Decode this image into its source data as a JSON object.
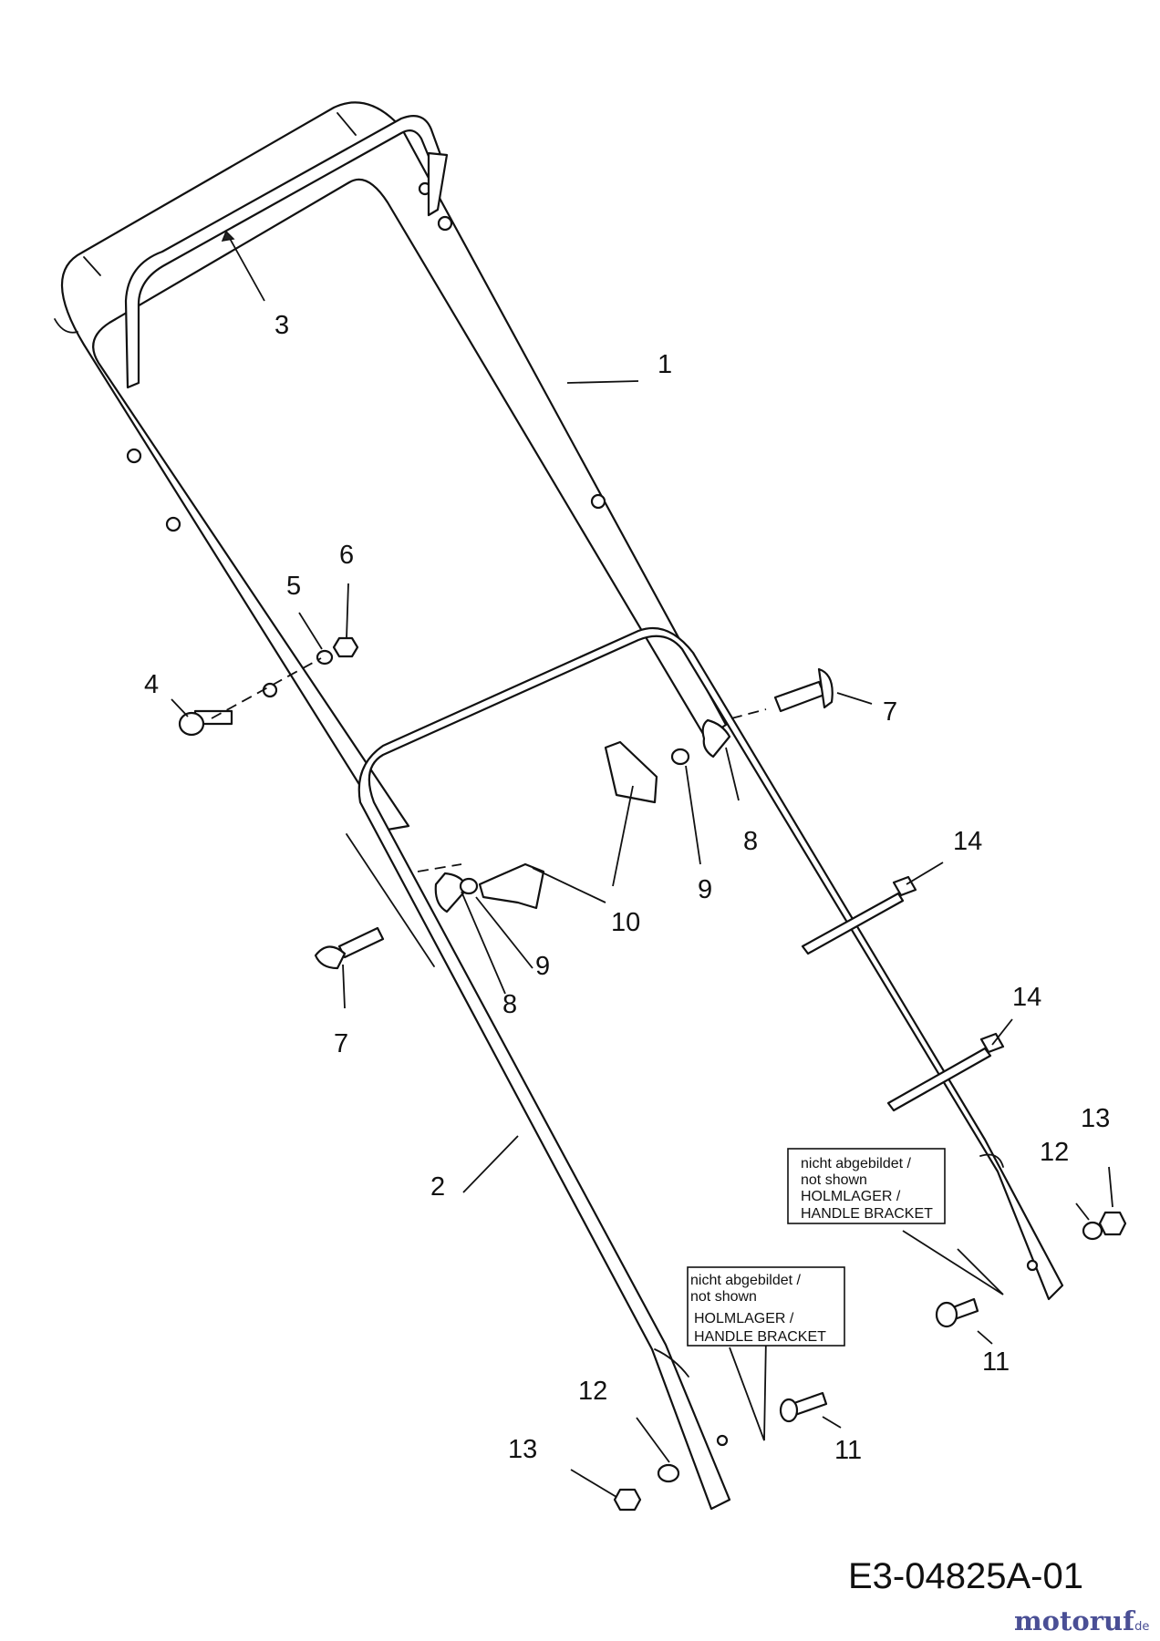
{
  "callouts": {
    "c1": "1",
    "c2": "2",
    "c3": "3",
    "c4": "4",
    "c5": "5",
    "c6": "6",
    "c7a": "7",
    "c7b": "7",
    "c8a": "8",
    "c8b": "8",
    "c9a": "9",
    "c9b": "9",
    "c10": "10",
    "c11a": "11",
    "c11b": "11",
    "c12a": "12",
    "c12b": "12",
    "c13a": "13",
    "c13b": "13",
    "c14a": "14",
    "c14b": "14"
  },
  "notes": {
    "right": {
      "line1": "nicht abgebildet /",
      "line2": "not shown",
      "line3": "HOLMLAGER /",
      "line4": "HANDLE BRACKET"
    },
    "lower": {
      "line1": "nicht abgebildet /",
      "line2": "not shown",
      "line3": "HOLMLAGER /",
      "line4": "HANDLE BRACKET"
    }
  },
  "reference_code": "E3-04825A-01",
  "watermark": {
    "brand": "motoruf",
    "suffix": ".de",
    "color": "#4a4f95"
  }
}
